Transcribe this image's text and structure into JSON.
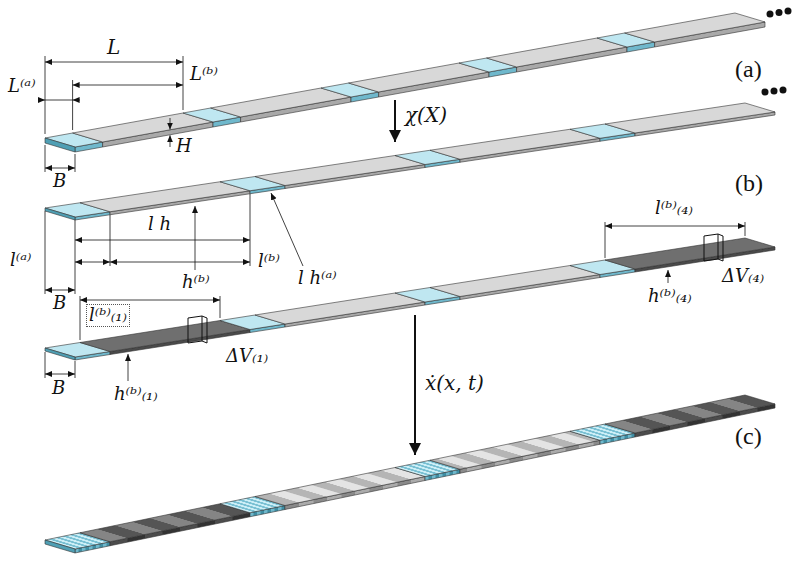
{
  "diagram": {
    "labels": [
      "L",
      "L⁽ᵇ⁾",
      "L⁽ᵃ⁾",
      "H",
      "B",
      "χ(X)",
      "(a)",
      "(b)",
      "l h",
      "l⁽ᵇ⁾",
      "l⁽ᵃ⁾",
      "l h⁽ᵃ⁾",
      "h⁽ᵇ⁾",
      "B",
      "l⁽ᵇ⁾₍₄₎",
      "h⁽ᵇ⁾₍₄₎",
      "ΔV₍₄₎",
      "l⁽ᵇ⁾₍₁₎",
      "h⁽ᵇ⁾₍₁₎",
      "ΔV₍₁₎",
      "B",
      "ẋ(x, t)",
      "(c)"
    ]
  }
}
